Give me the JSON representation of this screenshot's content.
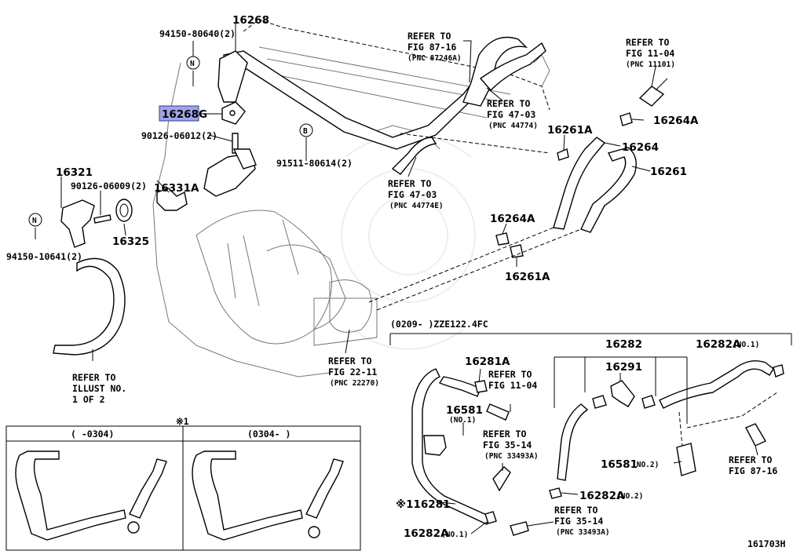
{
  "labels": {
    "p94150_80640": "94150-80640(2)",
    "p16268": "16268",
    "p16268G": "16268G",
    "p90126_06012": "90126-06012(2)",
    "p91511_80614": "91511-80614(2)",
    "p16321": "16321",
    "p90126_06009": "90126-06009(2)",
    "p16331A": "16331A",
    "p16325": "16325",
    "p94150_10641": "94150-10641(2)",
    "p16261A_top": "16261A",
    "p16264": "16264",
    "p16261": "16261",
    "p16264A_top": "16264A",
    "p16264A_mid": "16264A",
    "p16261A_mid": "16261A",
    "p16281A": "16281A",
    "p16581": "16581",
    "p16581_no1": "(NO.1)",
    "p16282": "16282",
    "p16291": "16291",
    "p16282A_top": "16282A",
    "p16282A_top_no": "(NO.1)",
    "p16581_no2": "16581",
    "p16581_no2_tag": "(NO.2)",
    "p16282A_mid": "16282A",
    "p16282A_mid_no": "(NO.2)",
    "p16281": "※116281",
    "p16282A_bot": "16282A",
    "p16282A_bot_no": "(NO.1)",
    "marker_n": "N",
    "marker_b": "B",
    "fig_id": "161703H"
  },
  "refers": {
    "r1": [
      "REFER TO",
      "FIG 87-16",
      "(PNC 87246A)"
    ],
    "r2": [
      "REFER TO",
      "FIG 11-04",
      "(PNC 11101)"
    ],
    "r3": [
      "REFER TO",
      "FIG 47-03",
      "(PNC 44774)"
    ],
    "r4": [
      "REFER TO",
      "FIG 47-03",
      "(PNC 44774E)"
    ],
    "r5": [
      "REFER TO",
      "FIG 22-11",
      "(PNC 22270)"
    ],
    "r6": [
      "REFER TO",
      "ILLUST NO.",
      "1 OF 2"
    ],
    "r7": [
      "REFER TO",
      "FIG 11-04"
    ],
    "r8": [
      "REFER TO",
      "FIG 35-14",
      "(PNC 33493A)"
    ],
    "r9": [
      "REFER TO",
      "FIG 87-16"
    ],
    "r10": [
      "REFER TO",
      "FIG 35-14",
      "(PNC 33493A)"
    ]
  },
  "inset": {
    "mark": "※1",
    "left_header": "(   -0304)",
    "right_header": "(0304-    )"
  },
  "bracket_header": "(0209-    )ZZE122.4FC",
  "highlight_color": "#9fa6e6"
}
